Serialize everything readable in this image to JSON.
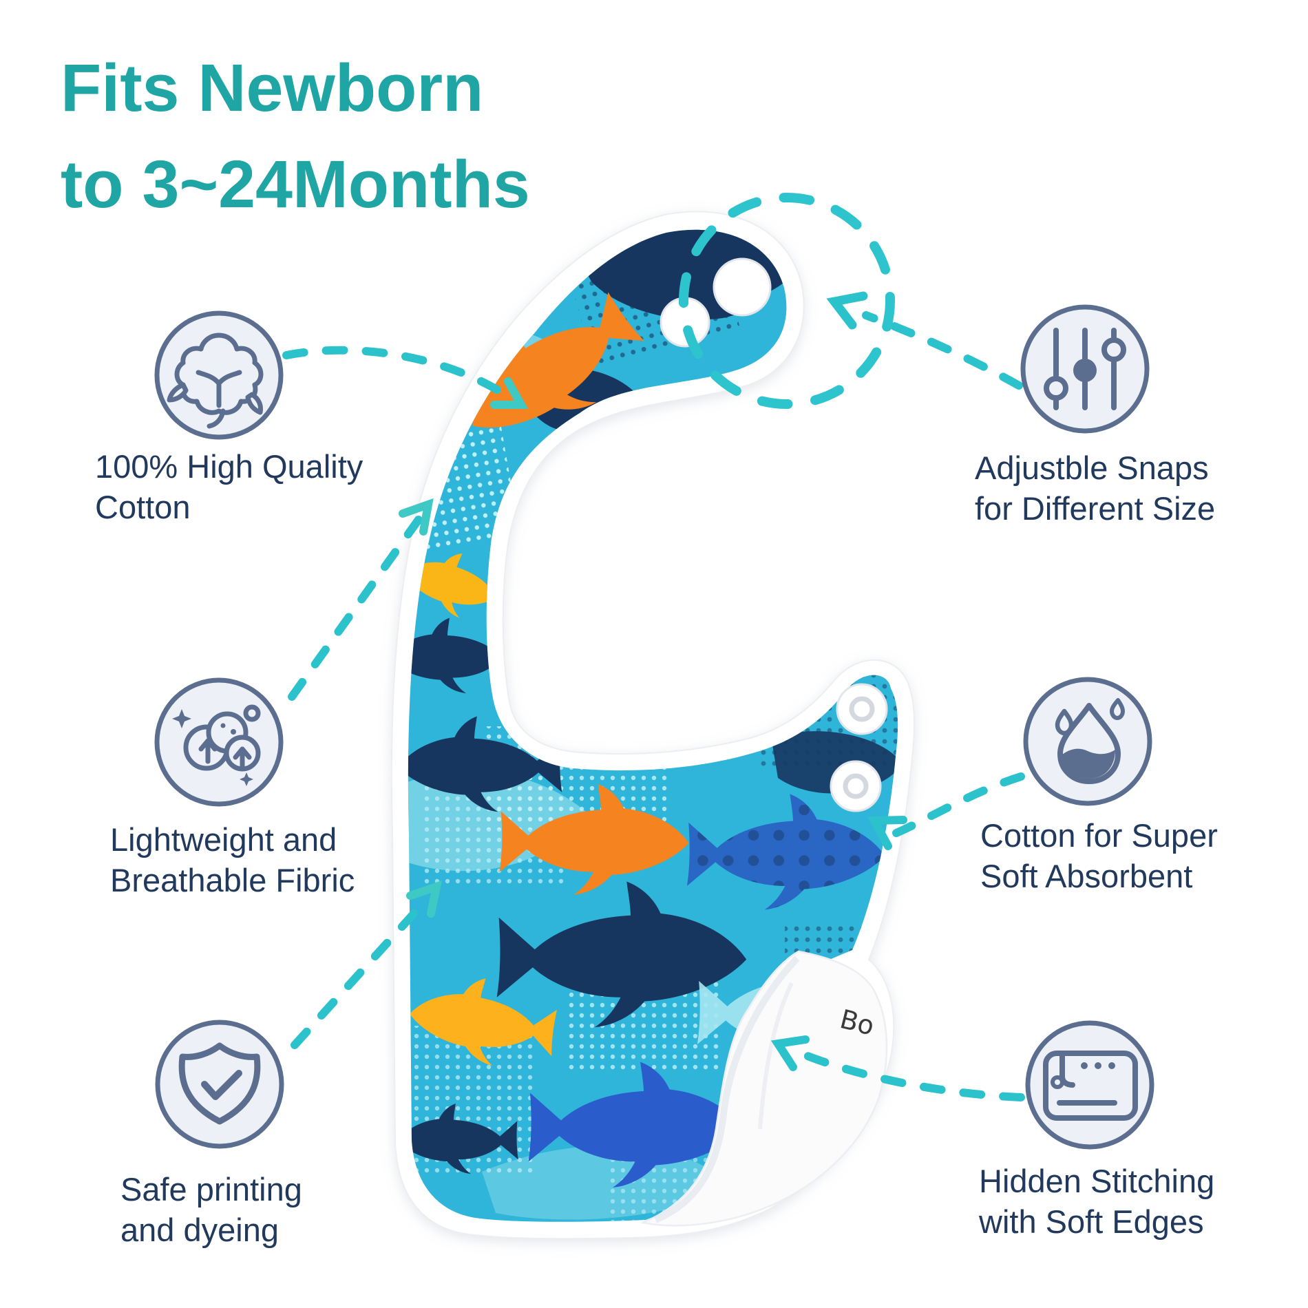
{
  "title": {
    "line1": "Fits Newborn",
    "line2": "to 3~24Months"
  },
  "features": {
    "cotton": {
      "icon": "cotton-boll-icon",
      "line1": "100% High Quality",
      "line2": "Cotton"
    },
    "breathable": {
      "icon": "breathable-airflow-icon",
      "line1": "Lightweight and",
      "line2": "Breathable Fibric"
    },
    "safe": {
      "icon": "shield-check-icon",
      "line1": "Safe printing",
      "line2": "and dyeing"
    },
    "snaps": {
      "icon": "sliders-icon",
      "line1": "Adjustble Snaps",
      "line2": "for Different Size"
    },
    "absorbent": {
      "icon": "water-drop-icon",
      "line1": "Cotton for Super",
      "line2": "Soft Absorbent"
    },
    "stitching": {
      "icon": "sewing-machine-icon",
      "line1": "Hidden Stitching",
      "line2": "with Soft Edges"
    }
  },
  "bib": {
    "label_partial": "Bo"
  },
  "colors": {
    "title_teal": "#1FA5A3",
    "accent_teal": "#2CC2CC",
    "icon_stroke": "#5B6E8F",
    "icon_fill": "#EDF1F7",
    "text": "#21395C",
    "fabric_base": "#2FB5D9",
    "fabric_navy": "#17365F",
    "fabric_blue": "#2A66C4",
    "fabric_orange": "#F5831F",
    "fabric_yellow": "#F9B616"
  }
}
